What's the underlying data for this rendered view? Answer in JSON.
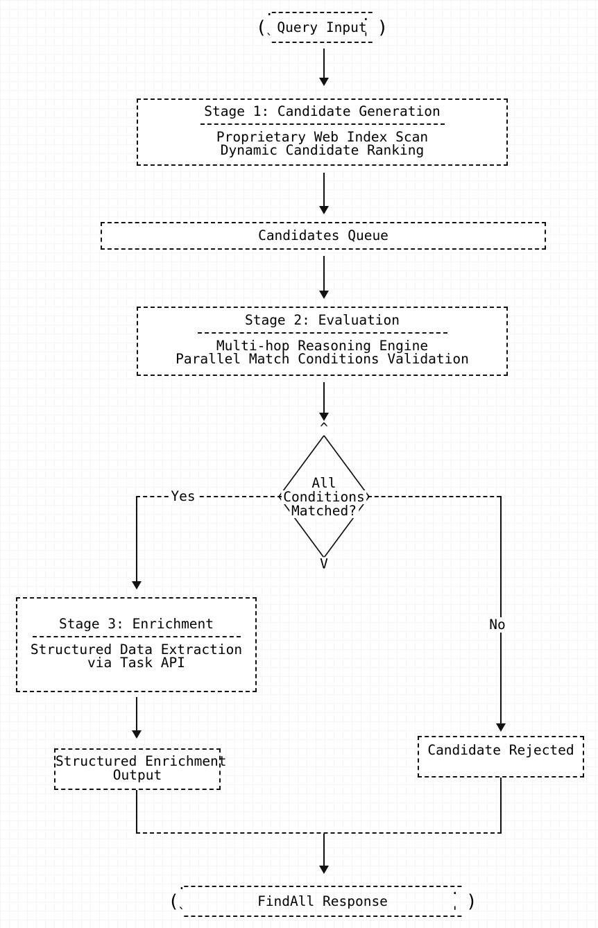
{
  "nodes": {
    "query_input": {
      "label": "Query Input"
    },
    "stage1": {
      "title": "Stage 1: Candidate Generation",
      "lines": [
        "Proprietary Web Index Scan",
        "Dynamic Candidate Ranking"
      ]
    },
    "candidates_queue": {
      "label": "Candidates Queue"
    },
    "stage2": {
      "title": "Stage 2: Evaluation",
      "lines": [
        "Multi-hop Reasoning Engine",
        "Parallel Match Conditions Validation"
      ]
    },
    "decision": {
      "line1": "All",
      "line2": "Conditions",
      "line3": "Matched?",
      "top_glyph": "^",
      "bottom_glyph": "V"
    },
    "stage3": {
      "title": "Stage 3: Enrichment",
      "lines": [
        "Structured Data Extraction",
        "via Task API"
      ]
    },
    "enrichment_output": {
      "line1": "Structured Enrichment",
      "line2": "Output"
    },
    "candidate_rejected": {
      "label": "Candidate Rejected"
    },
    "findall_response": {
      "label": "FindAll Response"
    }
  },
  "edges": {
    "yes_label": "Yes",
    "no_label": "No"
  },
  "colors": {
    "line": "#111111",
    "text": "#000000",
    "background": "#ffffff",
    "grid": "#f5f5f5"
  }
}
